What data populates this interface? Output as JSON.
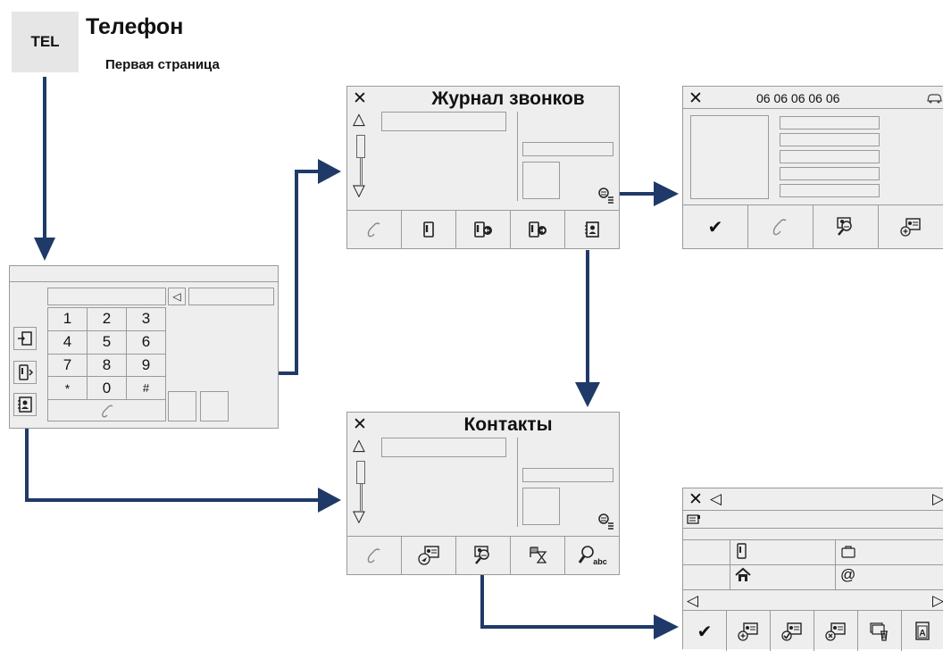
{
  "header": {
    "tel_label": "TEL",
    "title": "Телефон",
    "subtitle": "Первая страница"
  },
  "keypad_screen": {
    "backspace": "◁",
    "keys": [
      "1",
      "2",
      "3",
      "4",
      "5",
      "6",
      "7",
      "8",
      "9",
      "*",
      "0",
      "#"
    ]
  },
  "call_log_screen": {
    "close": "✕",
    "title": "Журнал звонков",
    "scroll_up": "△",
    "scroll_down": "▽"
  },
  "contact_detail_screen": {
    "close": "✕",
    "number": "06 06 06 06 06",
    "confirm": "✔"
  },
  "contacts_screen": {
    "close": "✕",
    "title": "Контакты",
    "scroll_up": "△",
    "scroll_down": "▽",
    "search_abc": "abc"
  },
  "contact_edit_screen": {
    "close": "✕",
    "prev": "◁",
    "next": "▷",
    "at": "@",
    "confirm": "✔"
  },
  "colors": {
    "arrow": "#1f3a68",
    "screen_bg": "#eeeeee",
    "border": "#9a9a9a"
  }
}
